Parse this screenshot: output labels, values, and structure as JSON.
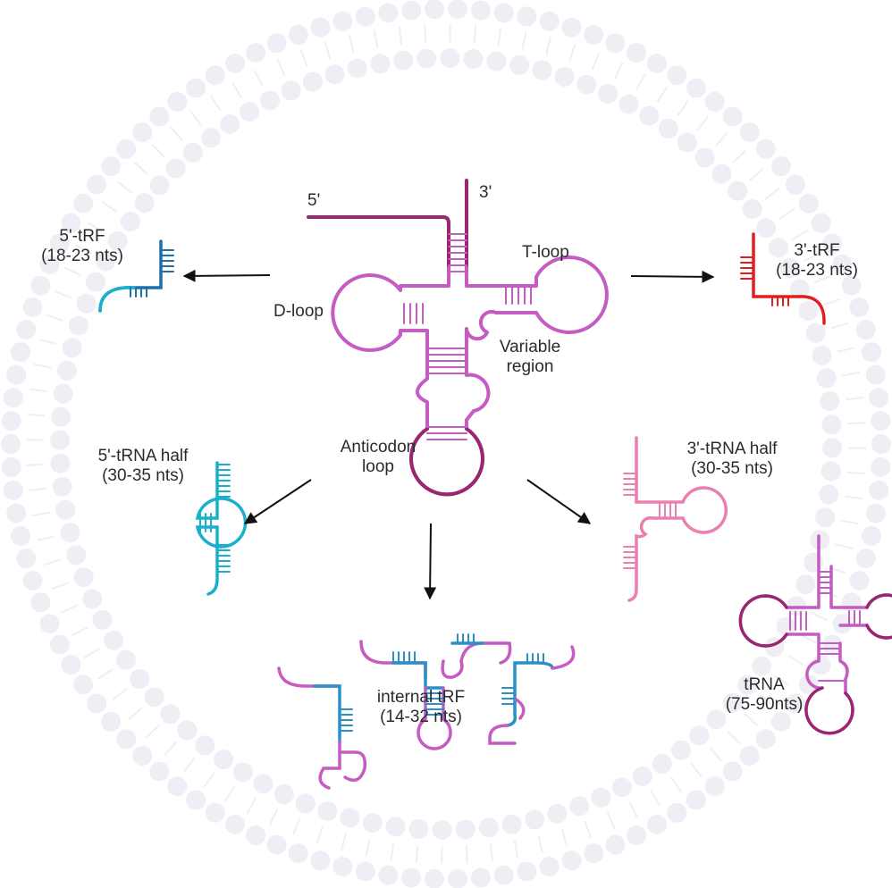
{
  "trna_center": {
    "five_prime": "5'",
    "three_prime": "3'",
    "t_loop": "T-loop",
    "d_loop": "D-loop",
    "variable_region": [
      "Variable",
      "region"
    ],
    "anticodon_loop": [
      "Anticodon",
      "loop"
    ]
  },
  "fragments": {
    "five_trf": [
      "5'-tRF",
      "(18-23 nts)"
    ],
    "three_trf": [
      "3'-tRF",
      "(18-23 nts)"
    ],
    "five_half": [
      "5'-tRNA half",
      "(30-35 nts)"
    ],
    "three_half": [
      "3'-tRNA half",
      "(30-35 nts)"
    ],
    "internal_trf": [
      "internal tRF",
      "(14-32 nts)"
    ],
    "trna": [
      "tRNA",
      "(75-90nts)"
    ]
  },
  "colors": {
    "trna_light": "#c45cc2",
    "trna_dark": "#99266e",
    "five_trf": "#1f6fa8",
    "three_trf": "#e02020",
    "five_half": "#1ab0cc",
    "three_half": "#ea7fb0",
    "internal_blue": "#2b8fc8",
    "internal_pink": "#c45cc2",
    "membrane": "#eeeef4",
    "arrow": "#111111"
  }
}
